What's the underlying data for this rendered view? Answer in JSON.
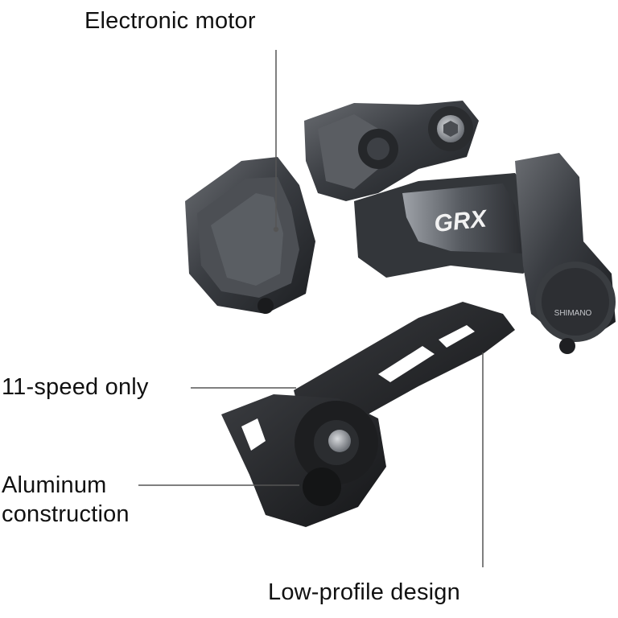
{
  "callouts": {
    "motor": "Electronic motor",
    "speed": "11-speed only",
    "aluminum_line1": "Aluminum",
    "aluminum_line2": "construction",
    "profile": "Low-profile design"
  },
  "product_marks": {
    "arm_logo": "GRX",
    "motor_cover_logo": "SHIMANO"
  },
  "colors": {
    "background": "#ffffff",
    "text": "#111111",
    "leader_line": "#555555",
    "metal_dark": "#2b2d30",
    "metal_mid": "#4a4d52",
    "metal_light": "#8a8e94"
  }
}
